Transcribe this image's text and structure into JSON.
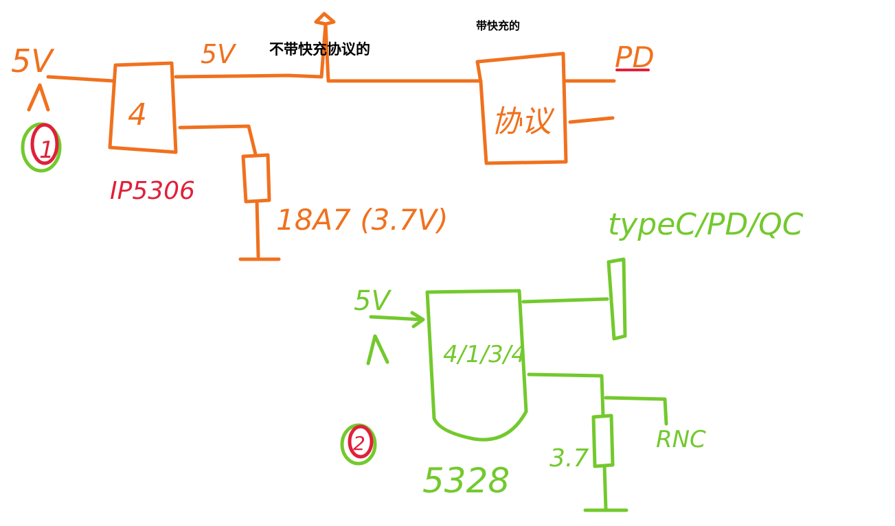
{
  "annotations": {
    "no_fast_charge_protocol": "不带快充协议的",
    "with_fast_charge": "带快充的"
  },
  "circuit_1": {
    "input_label": "5V",
    "input_arrow": "^",
    "circuit_number": "1",
    "chip_label": "4",
    "chip_part": "IP5306",
    "mid_voltage_label": "5V",
    "protocol_chip_label": "协议",
    "output_label": "PD",
    "battery_label": "18A7 (3.7V)"
  },
  "circuit_2": {
    "input_label": "5V",
    "input_arrow": "^",
    "circuit_number": "2",
    "chip_label": "4/1/3/4",
    "chip_part": "5328",
    "output_label": "typeC/PD/QC",
    "battery_label": "3.7",
    "sense_label": "RNC"
  },
  "colors": {
    "circuit_1": "#f0711e",
    "circuit_2": "#73c92d",
    "red_marker": "#e0203a",
    "green_marker": "#73c92d",
    "typed_text": "#000000"
  }
}
